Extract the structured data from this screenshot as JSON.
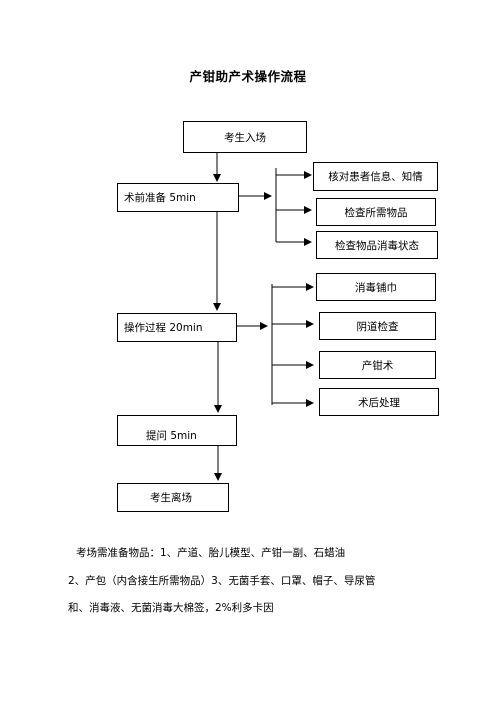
{
  "title": "产钳助产术操作流程",
  "main_steps": [
    {
      "id": "enter",
      "label": "考生入场"
    },
    {
      "id": "prep",
      "label": "术前准备 5min"
    },
    {
      "id": "operate",
      "label": "操作过程 20min"
    },
    {
      "id": "question",
      "label": "提问 5min"
    },
    {
      "id": "leave",
      "label": "考生离场"
    }
  ],
  "prep_substeps": [
    "核对患者信息、知情",
    "检查所需物品",
    "检查物品消毒状态"
  ],
  "operate_substeps": [
    "消毒铺巾",
    "阴道检查",
    "产钳术",
    "术后处理"
  ],
  "notes": {
    "line1": "考场需准备物品：1、产道、胎儿模型、产钳一副、石蜡油",
    "line2": "2、产包（内含接生所需物品）3、无菌手套、口罩、帽子、导尿管",
    "line3": "和、消毒液、无菌消毒大棉签，2%利多卡因"
  }
}
